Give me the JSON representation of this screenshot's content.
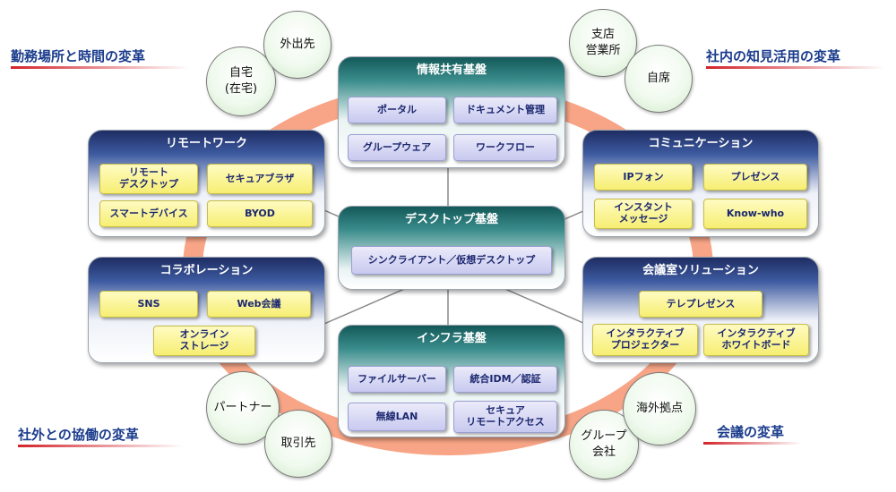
{
  "colors": {
    "ring": "#f7a586",
    "heading_text": "#1b3c8c",
    "heading_underline": "#d2232a",
    "box_blue_header": "#2b3f7e",
    "box_teal_header": "#1f6e6e",
    "pill_yellow": "#f8f08a",
    "pill_lavender": "#d6d7f3",
    "circle_fill": "#e6f5e2"
  },
  "headings": {
    "top_left": "勤務場所と時間の変革",
    "top_right": "社内の知見活用の変革",
    "bottom_left": "社外との協働の変革",
    "bottom_right": "会議の変革"
  },
  "circles": {
    "gaishutsusaki": "外出先",
    "jitaku": "自宅\n(在宅)",
    "shiten": "支店\n営業所",
    "jiseki": "自席",
    "partner": "パートナー",
    "torihikisaki": "取引先",
    "kaigai": "海外拠点",
    "group": "グループ\n会社"
  },
  "sections": {
    "info": {
      "title": "情報共有基盤",
      "items": [
        "ポータル",
        "ドキュメント管理",
        "グループウェア",
        "ワークフロー"
      ]
    },
    "remote": {
      "title": "リモートワーク",
      "items": [
        "リモート\nデスクトップ",
        "セキュアブラザ",
        "スマートデバイス",
        "BYOD"
      ]
    },
    "comm": {
      "title": "コミュニケーション",
      "items": [
        "IPフォン",
        "プレゼンス",
        "インスタント\nメッセージ",
        "Know-who"
      ]
    },
    "desktop": {
      "title": "デスクトップ基盤",
      "items": [
        "シンクライアント／仮想デスクトップ"
      ]
    },
    "collab": {
      "title": "コラボレーション",
      "items": [
        "SNS",
        "Web会議",
        "オンライン\nストレージ"
      ]
    },
    "meeting": {
      "title": "会議室ソリューション",
      "items": [
        "テレプレゼンス",
        "インタラクティブ\nプロジェクター",
        "インタラクティブ\nホワイトボード"
      ]
    },
    "infra": {
      "title": "インフラ基盤",
      "items": [
        "ファイルサーバー",
        "統合IDM／認証",
        "無線LAN",
        "セキュア\nリモートアクセス"
      ]
    }
  }
}
